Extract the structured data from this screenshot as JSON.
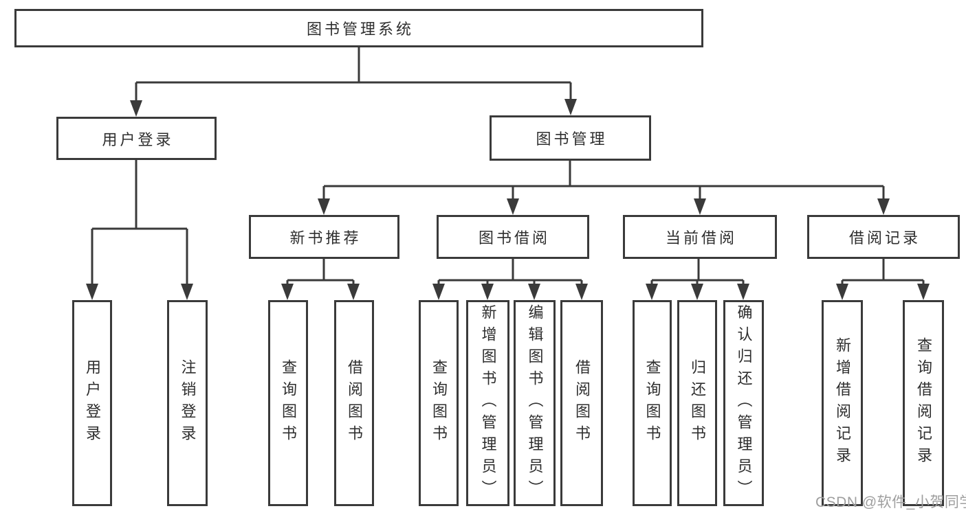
{
  "title": "图书管理系统",
  "tree": {
    "label": "图书管理系统",
    "children": [
      {
        "label": "用户登录",
        "children": [
          {
            "label": "用户登录"
          },
          {
            "label": "注销登录"
          }
        ]
      },
      {
        "label": "图书管理",
        "children": [
          {
            "label": "新书推荐",
            "children": [
              {
                "label": "查询图书"
              },
              {
                "label": "借阅图书"
              }
            ]
          },
          {
            "label": "图书借阅",
            "children": [
              {
                "label": "查询图书"
              },
              {
                "label": "新增图书（管理员）"
              },
              {
                "label": "编辑图书（管理员）"
              },
              {
                "label": "借阅图书"
              }
            ]
          },
          {
            "label": "当前借阅",
            "children": [
              {
                "label": "查询图书"
              },
              {
                "label": "归还图书"
              },
              {
                "label": "确认归还（管理员）"
              }
            ]
          },
          {
            "label": "借阅记录",
            "children": [
              {
                "label": "新增借阅记录"
              },
              {
                "label": "查询借阅记录"
              }
            ]
          }
        ]
      }
    ]
  },
  "watermark": {
    "text": "CSDN @软件_小贺同学"
  },
  "colors": {
    "line": "#3a3a3a",
    "box_border": "#3a3a3a",
    "text": "#2e2e2e",
    "watermark": "#9e9e9e",
    "background": "#ffffff"
  }
}
